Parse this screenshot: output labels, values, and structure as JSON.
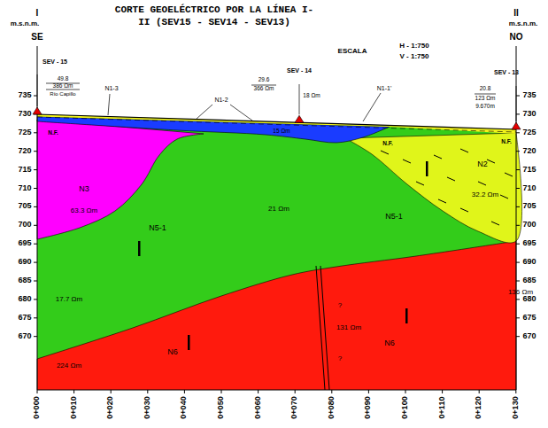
{
  "diagram": {
    "title": "CORTE GEOELÉCTRICO POR LA LÍNEA I- II (SEV15 - SEV14 - SEV13)",
    "labels": [
      "I",
      "m.s.n.m.",
      "SE",
      "II",
      "m.s.n.m.",
      "NO",
      "ESCALA",
      "H - 1:750",
      "V - 1:750",
      "SEV - 15",
      "49.8",
      "386 Ωm",
      "Río Capillo",
      "N1-3",
      "N1-2",
      "29.6",
      "366 Ωm",
      "SEV - 14",
      "18 Ωm",
      "N1-1'",
      "SEV - 13",
      "20.8",
      "123 Ωm",
      "9.670m",
      "N.F.",
      "15 Ωm",
      "N.F.",
      "N.F.",
      "N3",
      "63.3 Ωm",
      "21 Ωm",
      "N5-1",
      "N2",
      "32.2 Ωm",
      "N5-1",
      "17.7 Ωm",
      "224 Ωm",
      "N6",
      "?",
      "131 Ωm",
      "?",
      "N6",
      "136 Ωm",
      "735",
      "730",
      "725",
      "720",
      "715",
      "710",
      "705",
      "700",
      "695",
      "690",
      "685",
      "680",
      "675",
      "670",
      "735",
      "730",
      "725",
      "720",
      "715",
      "710",
      "705",
      "700",
      "695",
      "690",
      "685",
      "680",
      "675",
      "670",
      "0+000",
      "0+010",
      "0+020",
      "0+030",
      "0+040",
      "0+050",
      "0+060",
      "0+070",
      "0+080",
      "0+090",
      "0+100",
      "0+110",
      "0+120",
      "0+130"
    ]
  }
}
